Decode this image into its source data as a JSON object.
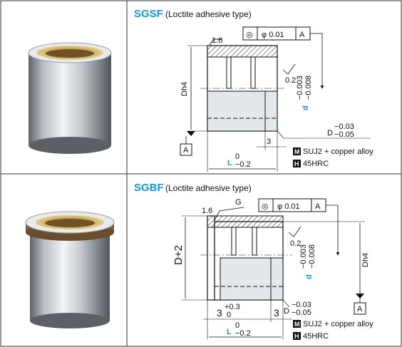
{
  "colors": {
    "title": "#1597d4",
    "metal_light": "#d9dde0",
    "metal_dark": "#6b7176",
    "bronze": "#c7a055",
    "hatch": "#222222"
  },
  "rows": [
    {
      "title": "SGSF",
      "subtitle": "(Loctite adhesive type)",
      "roughness": "1.6",
      "tolerance_box": {
        "symbol": "◎",
        "value": "φ 0.01",
        "datum": "A"
      },
      "datum_label": "A",
      "labels": {
        "dh4": "Dh4",
        "d_letter": "d",
        "d_tol_top": "−0.003",
        "d_tol_bottom": "−0.008",
        "D_letter": "D",
        "D_tol_top": "−0.03",
        "D_tol_bottom": "−0.05",
        "chamfer": "0.2",
        "step": "3",
        "L_letter": "L",
        "L_tol_top": "0",
        "L_tol_bottom": "−0.2"
      },
      "materials": [
        {
          "badge": "M",
          "text": "SUJ2 + copper alloy"
        },
        {
          "badge": "H",
          "text": "45HRC"
        }
      ]
    },
    {
      "title": "SGBF",
      "subtitle": "(Loctite adhesive type)",
      "roughness": "1.6",
      "groove": "G",
      "tolerance_box": {
        "symbol": "◎",
        "value": "φ 0.01",
        "datum": "A"
      },
      "datum_label": "A",
      "labels": {
        "dplus2": "D+2",
        "dh4": "Dh4",
        "d_letter": "d",
        "d_tol_top": "−0.003",
        "d_tol_bottom": "−0.008",
        "D_letter": "D",
        "D_tol_top": "−0.03",
        "D_tol_bottom": "−0.05",
        "chamfer": "0.2",
        "flange_val": "3",
        "flange_tol_top": "+0.3",
        "flange_tol_bottom": "0",
        "step": "3",
        "L_letter": "L",
        "L_tol_top": "0",
        "L_tol_bottom": "−0.2"
      },
      "materials": [
        {
          "badge": "M",
          "text": "SUJ2 + copper alloy"
        },
        {
          "badge": "H",
          "text": "45HRC"
        }
      ]
    }
  ]
}
